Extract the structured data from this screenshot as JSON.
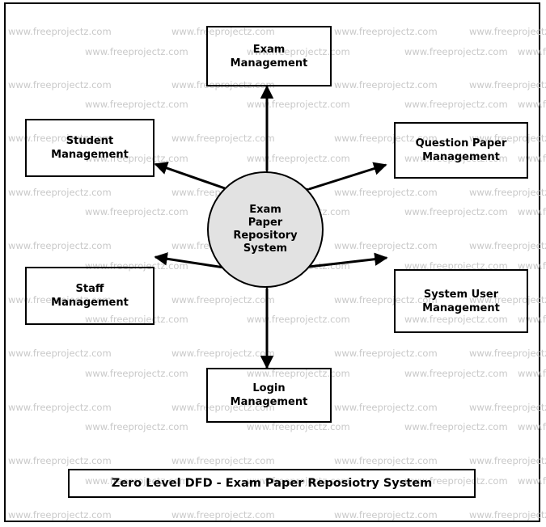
{
  "diagram": {
    "title": "Zero Level DFD - Exam Paper Reposiotry System",
    "process": {
      "name": "Exam Paper Repository System",
      "label": "Exam\nPaper\nRepository\nSystem",
      "fill_color": "#e2e2e2",
      "stroke_color": "#000000"
    },
    "entities": [
      {
        "id": "exam-management",
        "label": "Exam\nManagement",
        "position": "top"
      },
      {
        "id": "student-management",
        "label": "Student\nManagement",
        "position": "top-left"
      },
      {
        "id": "question-paper-management",
        "label": "Question Paper\nManagement",
        "position": "top-right"
      },
      {
        "id": "staff-management",
        "label": "Staff\nManagement",
        "position": "bottom-left"
      },
      {
        "id": "system-user-management",
        "label": "System User\nManagement",
        "position": "bottom-right"
      },
      {
        "id": "login-management",
        "label": "Login\nManagement",
        "position": "bottom"
      }
    ],
    "connectors": [
      {
        "from": "process",
        "to": "exam-management",
        "arrow": "bidirectional"
      },
      {
        "from": "process",
        "to": "student-management",
        "arrow": "bidirectional"
      },
      {
        "from": "process",
        "to": "question-paper-management",
        "arrow": "bidirectional"
      },
      {
        "from": "process",
        "to": "staff-management",
        "arrow": "bidirectional"
      },
      {
        "from": "process",
        "to": "system-user-management",
        "arrow": "bidirectional"
      },
      {
        "from": "process",
        "to": "login-management",
        "arrow": "bidirectional"
      }
    ]
  },
  "watermark": {
    "text": "www.freeprojectz.com",
    "color": "#c9c9c9"
  }
}
